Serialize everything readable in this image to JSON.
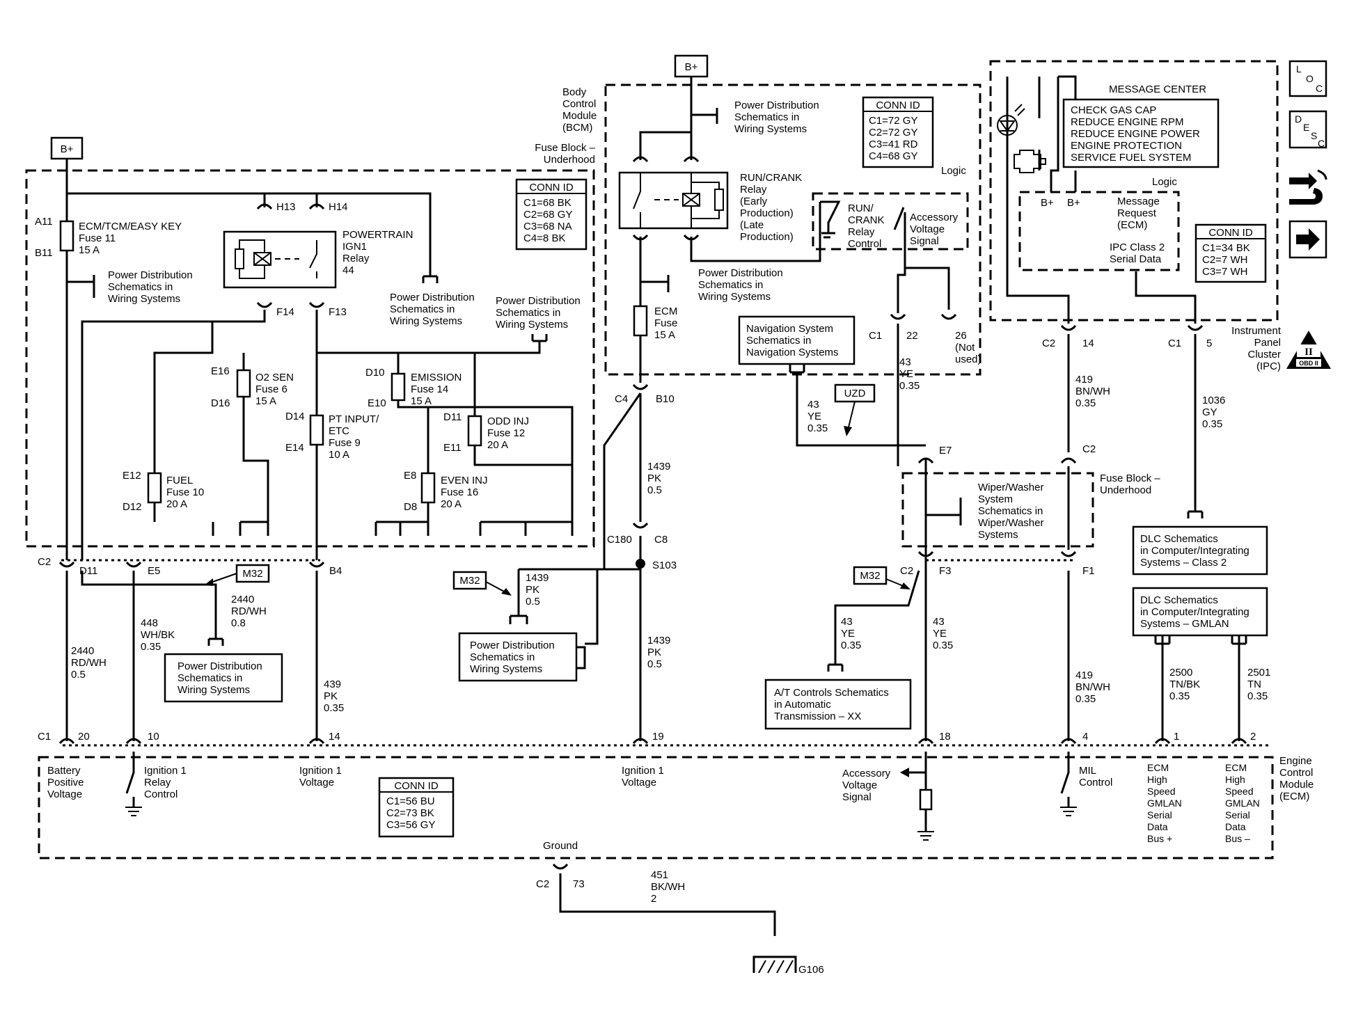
{
  "power": {
    "bplus": "B+"
  },
  "fuseblock": {
    "title1": "Fuse Block –",
    "title2": "Underhood",
    "conn_title": "CONN ID",
    "conn": [
      "C1=68 BK",
      "C2=68 GY",
      "C3=68 NA",
      "C4=8 BK"
    ],
    "fuse11": {
      "pin_top": "A11",
      "pin_bot": "B11",
      "name": "ECM/TCM/EASY KEY",
      "num": "Fuse 11",
      "amp": "15 A"
    },
    "relay": {
      "pin_h13": "H13",
      "pin_h14": "H14",
      "pin_f14": "F14",
      "pin_f13": "F13",
      "l1": "POWERTRAIN",
      "l2": "IGN1",
      "l3": "Relay",
      "l4": "44"
    },
    "pds_a": [
      "Power Distribution",
      "Schematics in",
      "Wiring Systems"
    ],
    "pds_b": [
      "Power Distribution",
      "Schematics in",
      "Wiring Systems"
    ],
    "pds_c": [
      "Power Distribution",
      "Schematics in",
      "Wiring Systems"
    ],
    "fuse6": {
      "pin_top": "E16",
      "pin_bot": "D16",
      "name": "O2 SEN",
      "num": "Fuse 6",
      "amp": "15 A"
    },
    "fuse9": {
      "pin_top": "D14",
      "pin_bot": "E14",
      "name": "PT INPUT/",
      "name2": "ETC",
      "num": "Fuse 9",
      "amp": "10 A"
    },
    "fuse14": {
      "pin_top": "D10",
      "pin_bot": "E10",
      "name": "EMISSION",
      "num": "Fuse 14",
      "amp": "15 A"
    },
    "fuse12": {
      "pin_top": "D11",
      "pin_bot": "E11",
      "name": "ODD INJ",
      "num": "Fuse 12",
      "amp": "20 A"
    },
    "fuse10": {
      "pin_top": "E12",
      "pin_bot": "D12",
      "name": "FUEL",
      "num": "Fuse 10",
      "amp": "20 A"
    },
    "fuse16": {
      "pin_top": "E8",
      "pin_bot": "D8",
      "name": "EVEN INJ",
      "num": "Fuse 16",
      "amp": "20 A"
    }
  },
  "lower_left": {
    "c2": "C2",
    "d11": "D11",
    "e5": "E5",
    "b4": "B4",
    "m32": "M32",
    "w2440a": [
      "2440",
      "RD/WH",
      "0.8"
    ],
    "w448": [
      "448",
      "WH/BK",
      "0.35"
    ],
    "w2440b": [
      "2440",
      "RD/WH",
      "0.5"
    ],
    "w439": [
      "439",
      "PK",
      "0.35"
    ],
    "pds": [
      "Power Distribution",
      "Schematics in",
      "Wiring Systems"
    ]
  },
  "bcm": {
    "title": [
      "Body",
      "Control",
      "Module",
      "(BCM)"
    ],
    "pds_top": [
      "Power Distribution",
      "Schematics in",
      "Wiring Systems"
    ],
    "pds_mid": [
      "Power Distribution",
      "Schematics in",
      "Wiring Systems"
    ],
    "conn_title": "CONN ID",
    "conn": [
      "C1=72 GY",
      "C2=72 GY",
      "C3=41 RD",
      "C4=68 GY"
    ],
    "logic": "Logic",
    "relay": [
      "RUN/CRANK",
      "Relay",
      "(Early",
      "Production)",
      "(Late",
      "Production)"
    ],
    "relay_ctl": [
      "RUN/",
      "CRANK",
      "Relay",
      "Control"
    ],
    "acc": [
      "Accessory",
      "Voltage",
      "Signal"
    ],
    "ecm_fuse": [
      "ECM",
      "Fuse",
      "15 A"
    ],
    "c4": "C4",
    "b10": "B10",
    "c1": "C1",
    "p22": "22",
    "p26": [
      "26",
      "(Not",
      "used)"
    ]
  },
  "mid": {
    "w1439a": [
      "1439",
      "PK",
      "0.5"
    ],
    "c180": "C180",
    "c8": "C8",
    "s103": "S103",
    "m32": "M32",
    "w1439b": [
      "1439",
      "PK",
      "0.5"
    ],
    "w1439c": [
      "1439",
      "PK",
      "0.5"
    ],
    "pds": [
      "Power Distribution",
      "Schematics in",
      "Wiring Systems"
    ],
    "nav": [
      "Navigation System",
      "Schematics in",
      "Navigation Systems"
    ],
    "w43a": [
      "43",
      "YE",
      "0.35"
    ],
    "uzd": "UZD",
    "w43b": [
      "43",
      "YE",
      "0.35"
    ],
    "e7": "E7",
    "c2": "C2",
    "f3": "F3",
    "wiper": [
      "Wiper/Washer",
      "System",
      "Schematics in",
      "Wiper/Washer",
      "Systems"
    ],
    "fb_title": [
      "Fuse Block –",
      "Underhood"
    ],
    "m32b": "M32",
    "w43c": [
      "43",
      "YE",
      "0.35"
    ],
    "w43d": [
      "43",
      "YE",
      "0.35"
    ],
    "at": [
      "A/T Controls Schematics",
      "in Automatic",
      "Transmission – XX"
    ]
  },
  "ipc": {
    "title": [
      "Instrument",
      "Panel",
      "Cluster",
      "(IPC)"
    ],
    "msg_title": "MESSAGE CENTER",
    "msgs": [
      "CHECK GAS CAP",
      "REDUCE ENGINE RPM",
      "REDUCE ENGINE POWER",
      "ENGINE PROTECTION",
      "SERVICE FUEL SYSTEM"
    ],
    "logic": "Logic",
    "bplus1": "B+",
    "bplus2": "B+",
    "req": [
      "Message",
      "Request",
      "(ECM)"
    ],
    "serial": [
      "IPC Class 2",
      "Serial Data"
    ],
    "conn_title": "CONN ID",
    "conn": [
      "C1=34 BK",
      "C2=7 WH",
      "C3=7 WH"
    ],
    "c2": "C2",
    "p14": "14",
    "c1": "C1",
    "p5": "5"
  },
  "right": {
    "w419a": [
      "419",
      "BN/WH",
      "0.35"
    ],
    "w1036": [
      "1036",
      "GY",
      "0.35"
    ],
    "c2": "C2",
    "f1": "F1",
    "dlc1": [
      "DLC Schematics",
      "in Computer/Integrating",
      "Systems – Class 2"
    ],
    "dlc2": [
      "DLC Schematics",
      "in Computer/Integrating",
      "Systems – GMLAN"
    ],
    "w419b": [
      "419",
      "BN/WH",
      "0.35"
    ],
    "w2500": [
      "2500",
      "TN/BK",
      "0.35"
    ],
    "w2501": [
      "2501",
      "TN",
      "0.35"
    ]
  },
  "ecm": {
    "title": [
      "Engine",
      "Control",
      "Module",
      "(ECM)"
    ],
    "c1": "C1",
    "pins": [
      "20",
      "10",
      "14",
      "19",
      "18",
      "4",
      "1",
      "2"
    ],
    "batt": [
      "Battery",
      "Positive",
      "Voltage"
    ],
    "ign_relay": [
      "Ignition 1",
      "Relay",
      "Control"
    ],
    "ign_volt": [
      "Ignition 1",
      "Voltage"
    ],
    "ign_volt2": [
      "Ignition 1",
      "Voltage"
    ],
    "acc": [
      "Accessory",
      "Voltage",
      "Signal"
    ],
    "mil": [
      "MIL",
      "Control"
    ],
    "gmlan_p": [
      "ECM",
      "High",
      "Speed",
      "GMLAN",
      "Serial",
      "Data",
      "Bus +"
    ],
    "gmlan_n": [
      "ECM",
      "High",
      "Speed",
      "GMLAN",
      "Serial",
      "Data",
      "Bus –"
    ],
    "conn_title": "CONN ID",
    "conn": [
      "C1=56 BU",
      "C2=73 BK",
      "C3=56 GY"
    ],
    "ground": "Ground",
    "gc2": "C2",
    "g73": "73",
    "w451": [
      "451",
      "BK/WH",
      "2"
    ],
    "g106": "G106"
  },
  "icons": {
    "loc": [
      "L",
      "O",
      "C"
    ],
    "desc": [
      "D",
      "E",
      "S",
      "C"
    ],
    "obd": [
      "II",
      "OBD II"
    ],
    "names": [
      "loc-icon",
      "desc-icon",
      "connector-pin-icon",
      "arrow-right-icon",
      "obd-ii-icon",
      "check-engine-icon",
      "indicator-lamp-icon"
    ]
  }
}
